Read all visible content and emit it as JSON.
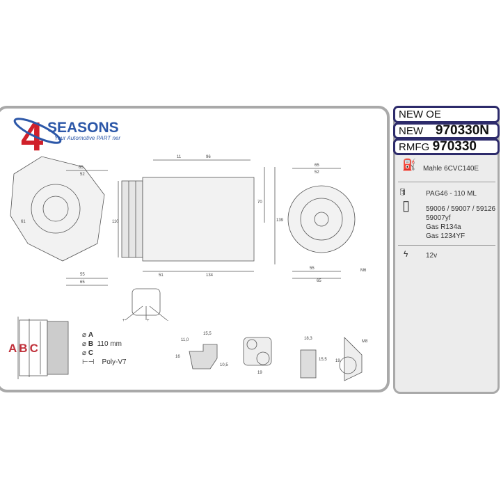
{
  "brand": {
    "logo_text": "SEASONS",
    "logo_number": "4",
    "tagline": "Your Automotive PART ner",
    "colors": {
      "red": "#d0202a",
      "blue": "#2c57a8"
    }
  },
  "header": {
    "new_oe_label": "NEW OE",
    "new_label": "NEW",
    "new_code": "970330N",
    "rmfg_label": "RMFG",
    "rmfg_code": "970330",
    "border_color": "#2d2b6b"
  },
  "specs": {
    "compressor": "Mahle 6CVC140E",
    "oil": "PAG46 - 110 ML",
    "oil_refs": [
      "59006 / 59007 / 59126",
      "59007yf",
      "Gas R134a",
      "Gas 1234YF"
    ],
    "voltage": "12v"
  },
  "pulley": {
    "labels": [
      "A",
      "B",
      "C"
    ],
    "diameter_b": "110 mm",
    "belt": "Poly-V7"
  },
  "dimensions": {
    "left_view": [
      "65",
      "52",
      "61",
      "55",
      "65"
    ],
    "side_view": [
      "11",
      "96",
      "110",
      "70",
      "139",
      "51",
      "134"
    ],
    "front_view": [
      "65",
      "52",
      "55",
      "65",
      "M6"
    ],
    "connector_pins": [
      "+",
      "+",
      "-"
    ],
    "detail1": [
      "11,0",
      "15,5",
      "16",
      "10,5"
    ],
    "detail2": [
      "19"
    ],
    "detail3": [
      "18,3",
      "15,5"
    ],
    "detail4": [
      "M8",
      "19"
    ]
  }
}
